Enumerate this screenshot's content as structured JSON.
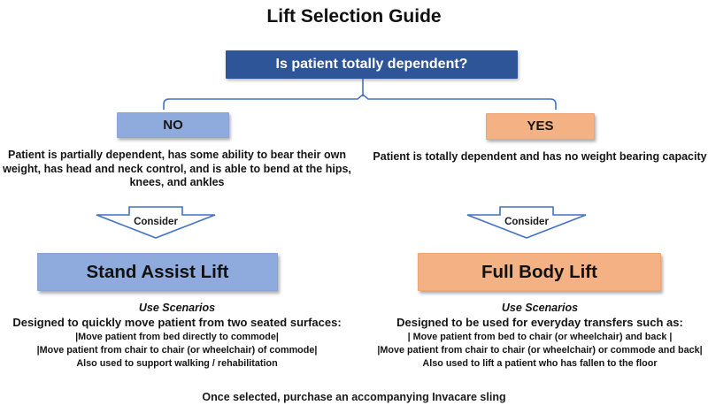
{
  "title": "Lift Selection Guide",
  "question_box": {
    "label": "Is patient totally dependent?"
  },
  "no_branch": {
    "answer": "NO",
    "description": "Patient is partially dependent, has some ability to bear their own weight, has head and neck control, and is able to bend at the hips, knees, and ankles",
    "consider_label": "Consider",
    "lift_name": "Stand Assist Lift",
    "scenarios_title": "Use Scenarios",
    "scenarios_heading": "Designed to quickly move patient from two seated surfaces:",
    "scenarios": [
      "|Move patient from bed directly to commode|",
      "|Move patient from chair to chair (or wheelchair) of commode|",
      "Also used to support walking / rehabilitation"
    ]
  },
  "yes_branch": {
    "answer": "YES",
    "description": "Patient is totally dependent and has no weight bearing capacity",
    "consider_label": "Consider",
    "lift_name": "Full Body Lift",
    "scenarios_title": "Use Scenarios",
    "scenarios_heading": "Designed to be used for everyday transfers such as:",
    "scenarios": [
      "| Move patient from bed to chair (or wheelchair) and back |",
      "|Move patient from chair to chair (or wheelchair) or commode and back|",
      "Also used to lift a patient who has fallen to the floor"
    ]
  },
  "footer_note": "Once selected, purchase an accompanying Invacare sling",
  "colors": {
    "question_box_bg": "#2E5597",
    "no_bg": "#8FAADC",
    "yes_bg": "#F4B183",
    "connector": "#4472C4",
    "arrow_outline": "#4472C4"
  }
}
